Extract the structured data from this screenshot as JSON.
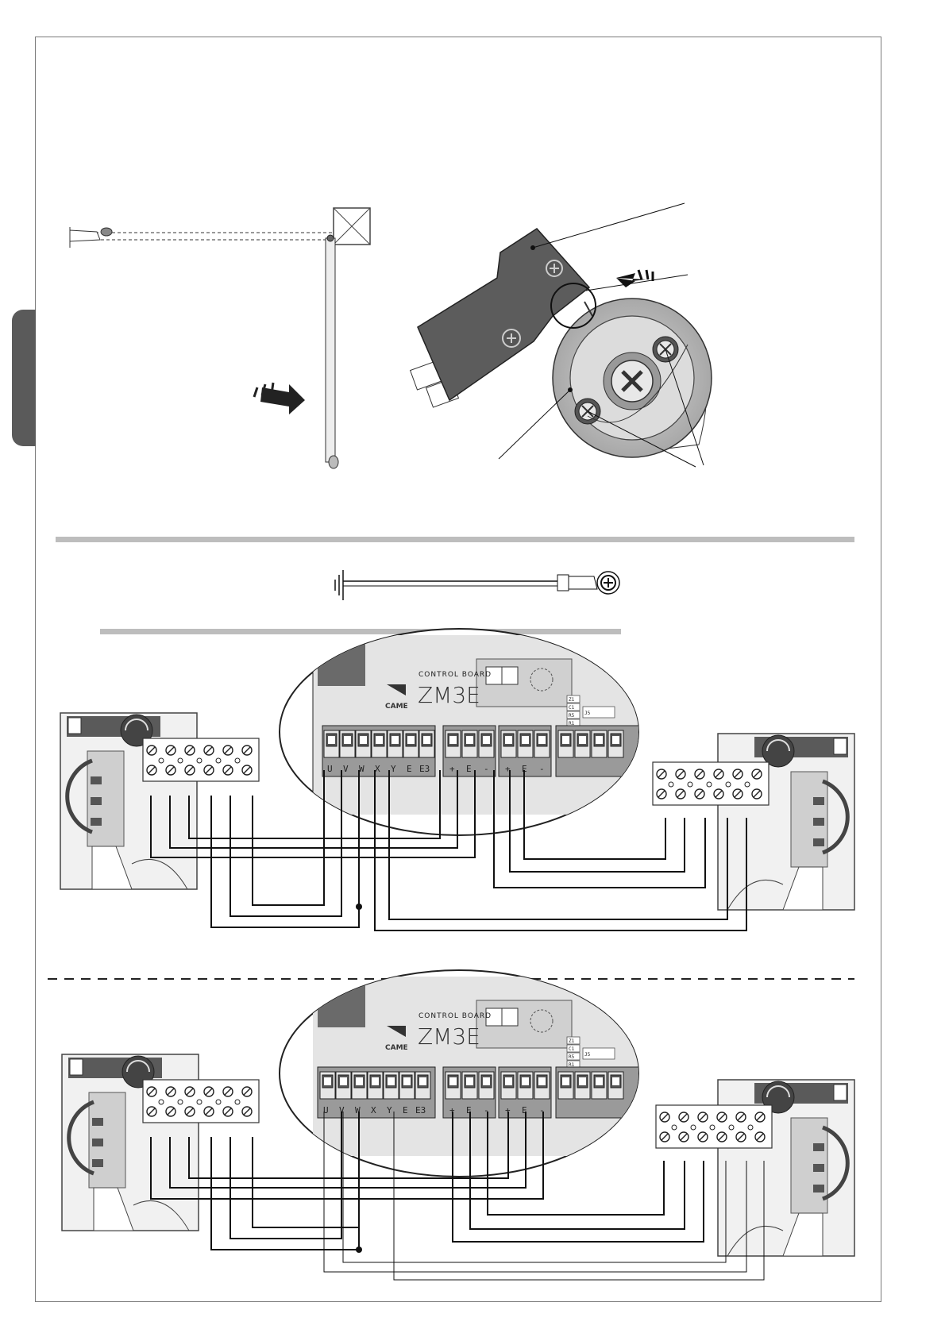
{
  "boards": [
    {
      "board_label": "CONTROL BOARD",
      "model": "ZM3E",
      "brand": "CAME",
      "terminals_motor": [
        "U",
        "V",
        "W",
        "X",
        "Y",
        "E",
        "E3"
      ],
      "terminals_enc1": [
        "+",
        "E",
        "-"
      ],
      "terminals_enc2": [
        "+",
        "E",
        "-"
      ],
      "chips": [
        "Z1",
        "C1",
        "R5",
        "R1",
        "J5"
      ]
    },
    {
      "board_label": "CONTROL BOARD",
      "model": "ZM3E",
      "brand": "CAME",
      "terminals_motor": [
        "U",
        "V",
        "W",
        "X",
        "Y",
        "E",
        "E3"
      ],
      "terminals_enc1": [
        "+",
        "E",
        "-"
      ],
      "terminals_enc2": [
        "+",
        "E",
        "-"
      ],
      "chips": [
        "Z1",
        "C1",
        "R5",
        "R1",
        "J5"
      ]
    }
  ],
  "colors": {
    "frame": "#7a7a7a",
    "tab": "#5a5a5a",
    "rule": "#bdbdbd",
    "board": "#a9a9a9",
    "cam": "#5c5c5c"
  }
}
